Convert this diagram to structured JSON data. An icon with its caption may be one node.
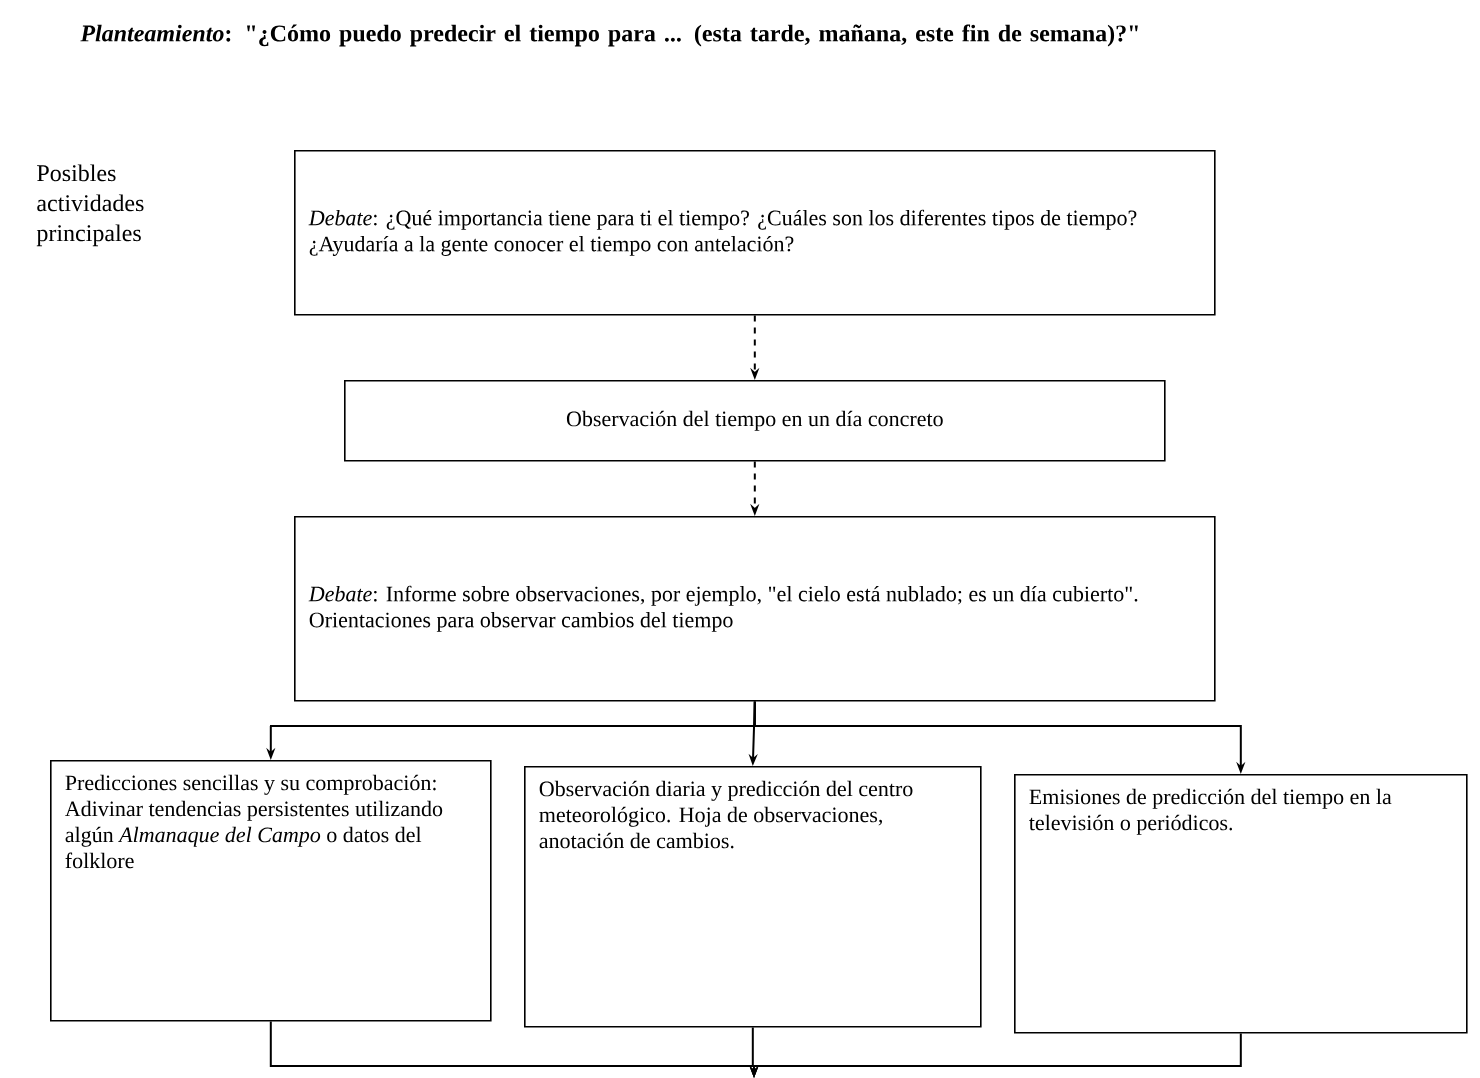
{
  "diagram": {
    "title": "*Planteamiento*: \"¿Cómo puedo predecir el tiempo para ... (esta tarde, mañana, este fin de semana)?\"",
    "nodes": [
      {
        "text": [
          "*Debate*: ¿Qué importancia tiene para ti el tiempo? ¿Cuáles son los diferentes tipos de tiempo? ¿Ayudaría a la gente conocer el tiempo con antelación?"
        ]
      },
      {
        "text": [
          "Observación del tiempo en un día concreto"
        ]
      },
      {
        "text": [
          "*Debate*: Informe sobre observaciones, por ejemplo, \"el cielo está nublado; es un día cubierto\". Orientaciones para observar cambios del tiempo"
        ]
      },
      {
        "text": [
          "Predicciones sencillas y su comprobación: Adivinar tendencias persistentes utilizando algún *Almanaque del Campo* o datos del folklore"
        ]
      },
      {
        "text": [
          "Observación diaria y predicción del centro meteorológico. Hoja de observaciones, anotación de cambios."
        ]
      },
      {
        "text": [
          "Emisiones de predicción del tiempo en la televisión o periódicos."
        ]
      }
    ],
    "edges": [
      {
        "from": 0,
        "to": 1,
        "arrow": "to",
        "style": "dashed"
      },
      {
        "from": 1,
        "to": 2,
        "arrow": "to",
        "style": "dashed"
      },
      {
        "from": 2,
        "to": 3,
        "arrow": "to"
      },
      {
        "from": 2,
        "to": 4,
        "arrow": "to"
      },
      {
        "from": 2,
        "to": 5,
        "arrow": "to"
      },
      {
        "from": 3,
        "to": null,
        "arrow": "to"
      },
      {
        "from": 4,
        "to": null,
        "arrow": "to"
      },
      {
        "from": 5,
        "to": null,
        "arrow": "to"
      }
    ],
    "labels": [
      "Posibles actividades principales"
    ]
  }
}
